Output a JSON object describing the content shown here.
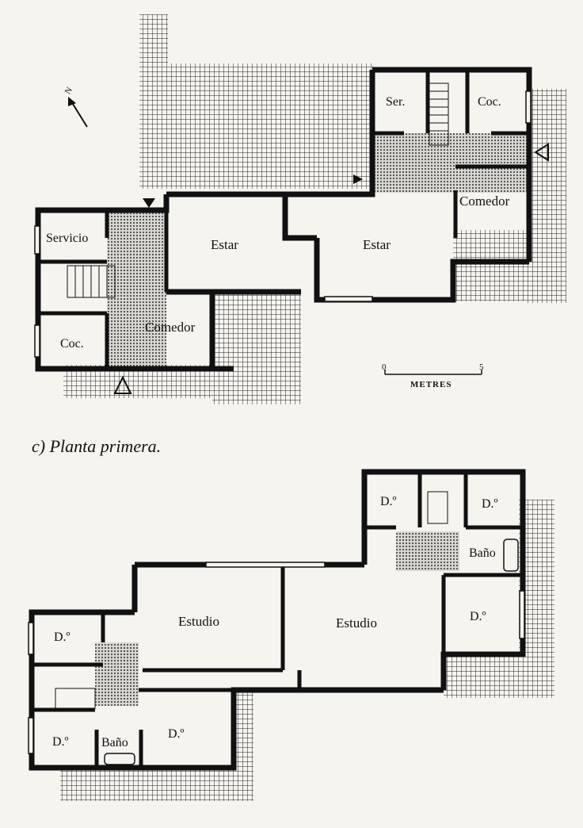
{
  "ground_floor": {
    "rooms": {
      "ser": "Ser.",
      "coc_right": "Coc.",
      "comedor_right": "Comedor",
      "servicio": "Servicio",
      "estar_left": "Estar",
      "estar_right": "Estar",
      "coc_left": "Coc.",
      "comedor_left": "Comedor"
    },
    "north_mark": "N"
  },
  "scale": {
    "start": "0",
    "end": "5",
    "unit": "METRES"
  },
  "caption": "c)  Planta primera.",
  "first_floor": {
    "rooms": {
      "do_top_left": "D.º",
      "do_top_right": "D.º",
      "bano_right": "Baño",
      "do_mid_right": "D.º",
      "estudio_left": "Estudio",
      "estudio_right": "Estudio",
      "do_left_top": "D.º",
      "do_left_bottom": "D.º",
      "bano_left": "Baño",
      "do_bottom_mid": "D.º"
    }
  },
  "colors": {
    "wall": "#111111",
    "paper": "#f6f4ef",
    "grid": "#222222"
  }
}
